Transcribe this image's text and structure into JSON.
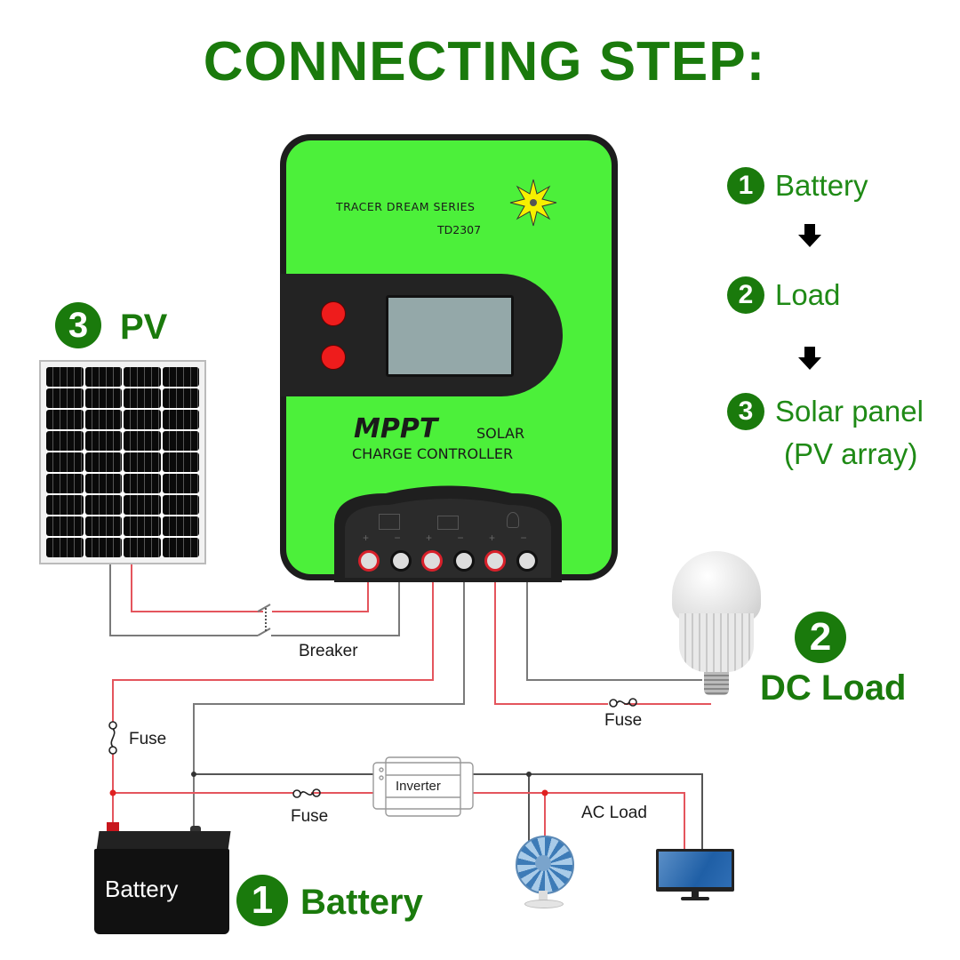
{
  "title": "CONNECTING STEP:",
  "controller": {
    "series": "TRACER DREAM SERIES",
    "model": "TD2307",
    "brand_line1_a": "MPPT",
    "brand_line1_b": "SOLAR",
    "brand_line2": "CHARGE CONTROLLER",
    "buttons": [
      "menu-button",
      "enter-button"
    ],
    "terminals": [
      {
        "group": "pv",
        "sign": "+",
        "polarity": "positive"
      },
      {
        "group": "pv",
        "sign": "−",
        "polarity": "negative"
      },
      {
        "group": "battery",
        "sign": "+",
        "polarity": "positive"
      },
      {
        "group": "battery",
        "sign": "−",
        "polarity": "negative"
      },
      {
        "group": "load",
        "sign": "+",
        "polarity": "positive"
      },
      {
        "group": "load",
        "sign": "−",
        "polarity": "negative"
      }
    ],
    "body_color": "#4cf03a"
  },
  "steps": [
    {
      "num": "1",
      "label": "Battery"
    },
    {
      "num": "2",
      "label": "Load"
    },
    {
      "num": "3",
      "label": "Solar panel",
      "label2": "(PV array)"
    }
  ],
  "callouts": {
    "pv": {
      "num": "3",
      "label": "PV"
    },
    "dc_load": {
      "num": "2",
      "label": "DC Load"
    },
    "battery": {
      "num": "1",
      "label": "Battery"
    }
  },
  "labels": {
    "breaker": "Breaker",
    "fuse_battery": "Fuse",
    "fuse_inverter": "Fuse",
    "fuse_load": "Fuse",
    "inverter": "Inverter",
    "ac_load": "AC Load",
    "battery_case": "Battery"
  },
  "colors": {
    "accent_green": "#1a7a0c",
    "wire_positive": "#e4555d",
    "wire_negative": "#7a7a7a"
  }
}
